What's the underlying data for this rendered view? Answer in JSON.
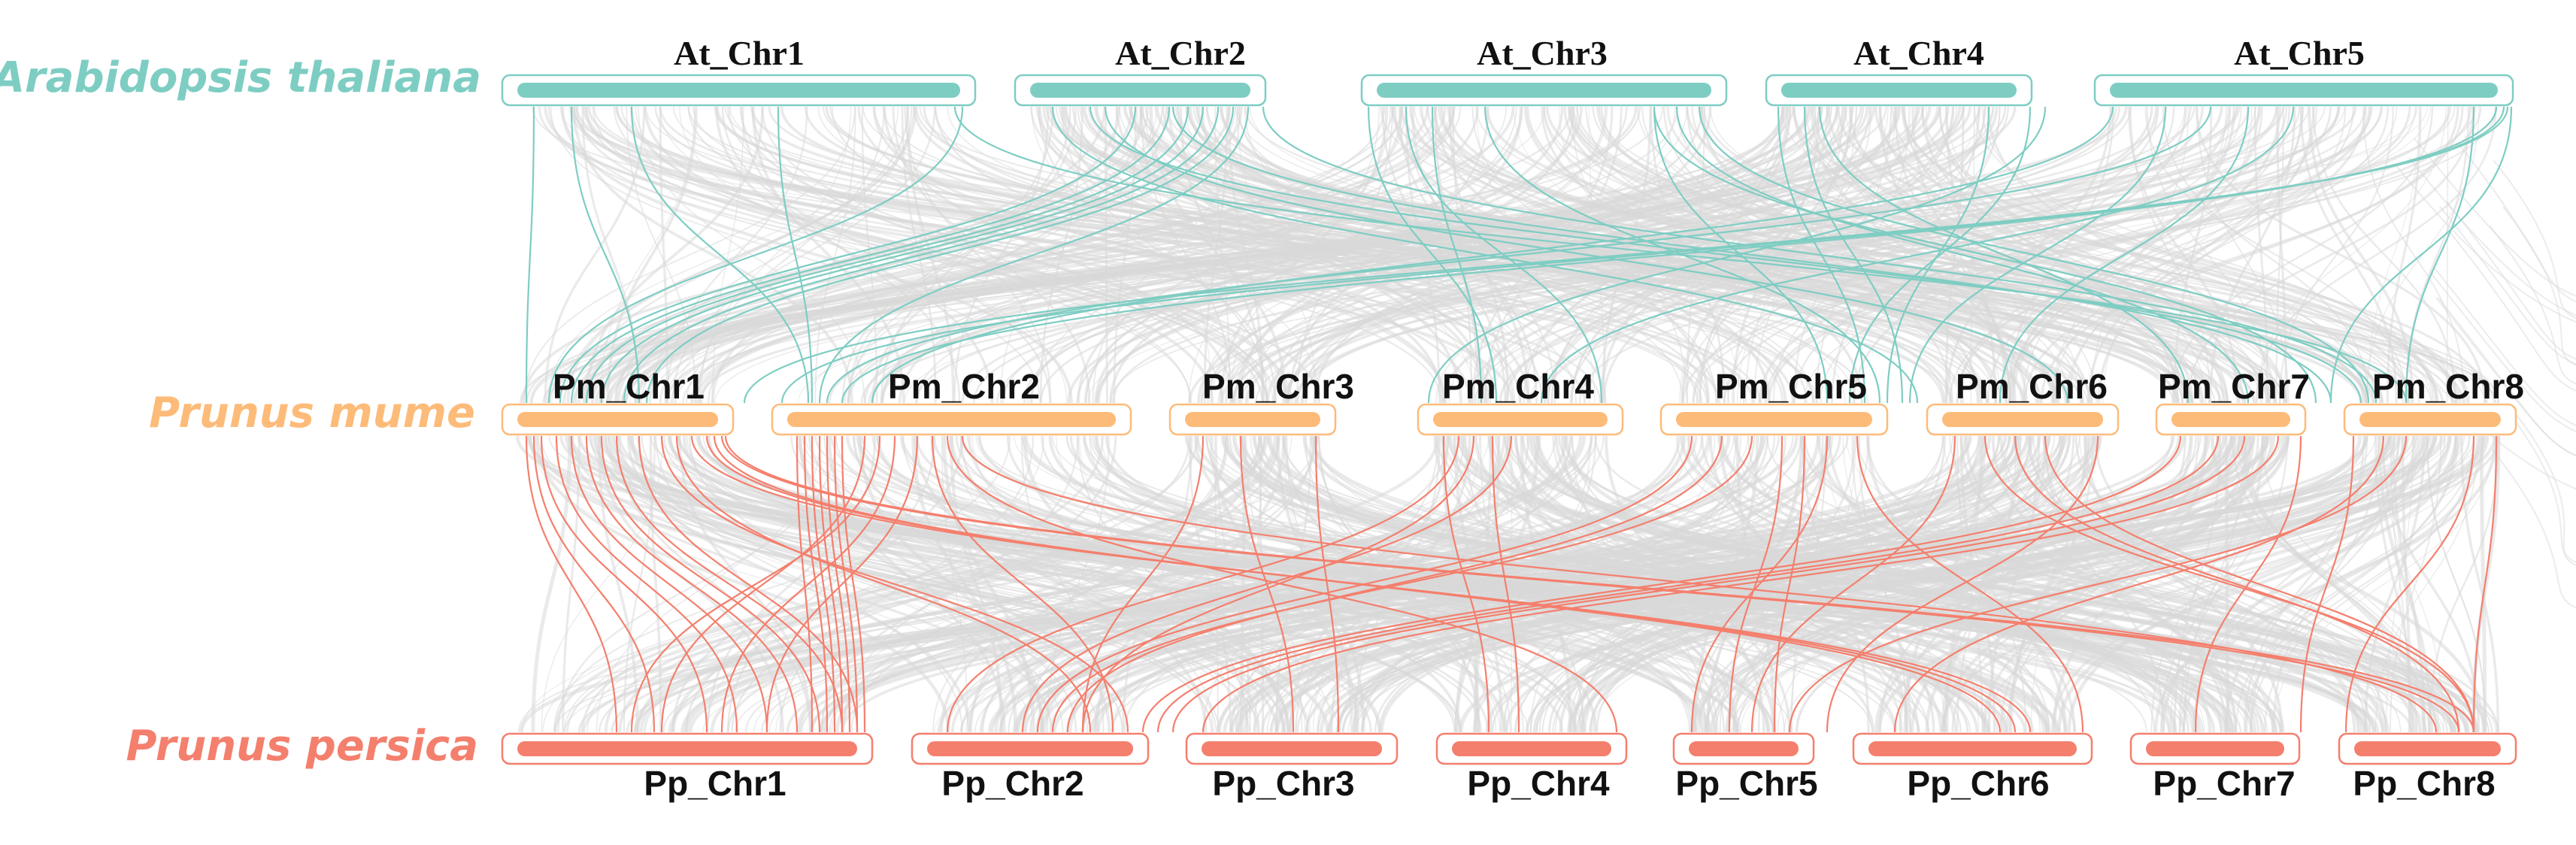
{
  "colors": {
    "background_links": "#d9d9d9",
    "at": "#7ecdc3",
    "pm": "#fdbb79",
    "pp": "#f47f6d"
  },
  "species": {
    "at": "Arabidopsis thaliana",
    "pm": "Prunus mume",
    "pp": "Prunus persica"
  },
  "chromosomes": {
    "at": [
      "At_Chr1",
      "At_Chr2",
      "At_Chr3",
      "At_Chr4",
      "At_Chr5"
    ],
    "pm": [
      "Pm_Chr1",
      "Pm_Chr2",
      "Pm_Chr3",
      "Pm_Chr4",
      "Pm_Chr5",
      "Pm_Chr6",
      "Pm_Chr7",
      "Pm_Chr8"
    ],
    "pp": [
      "Pp_Chr1",
      "Pp_Chr2",
      "Pp_Chr3",
      "Pp_Chr4",
      "Pp_Chr5",
      "Pp_Chr6",
      "Pp_Chr7",
      "Pp_Chr8"
    ]
  }
}
